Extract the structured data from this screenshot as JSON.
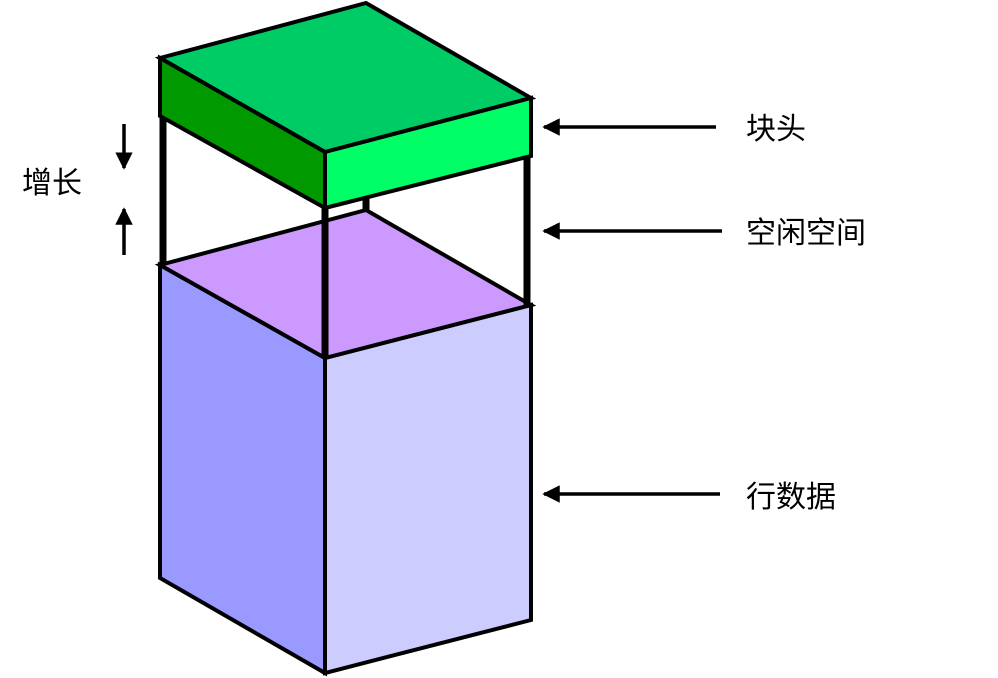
{
  "labels": {
    "block_header": "块头",
    "free_space": "空闲空间",
    "row_data": "行数据",
    "growth": "增长"
  },
  "colors": {
    "header_top": "#00CC66",
    "header_front": "#00FF66",
    "header_left": "#009900",
    "free_space_top": "#CC99FF",
    "row_left": "#9999FF",
    "row_front": "#CCCCFF",
    "outline": "#000000"
  }
}
